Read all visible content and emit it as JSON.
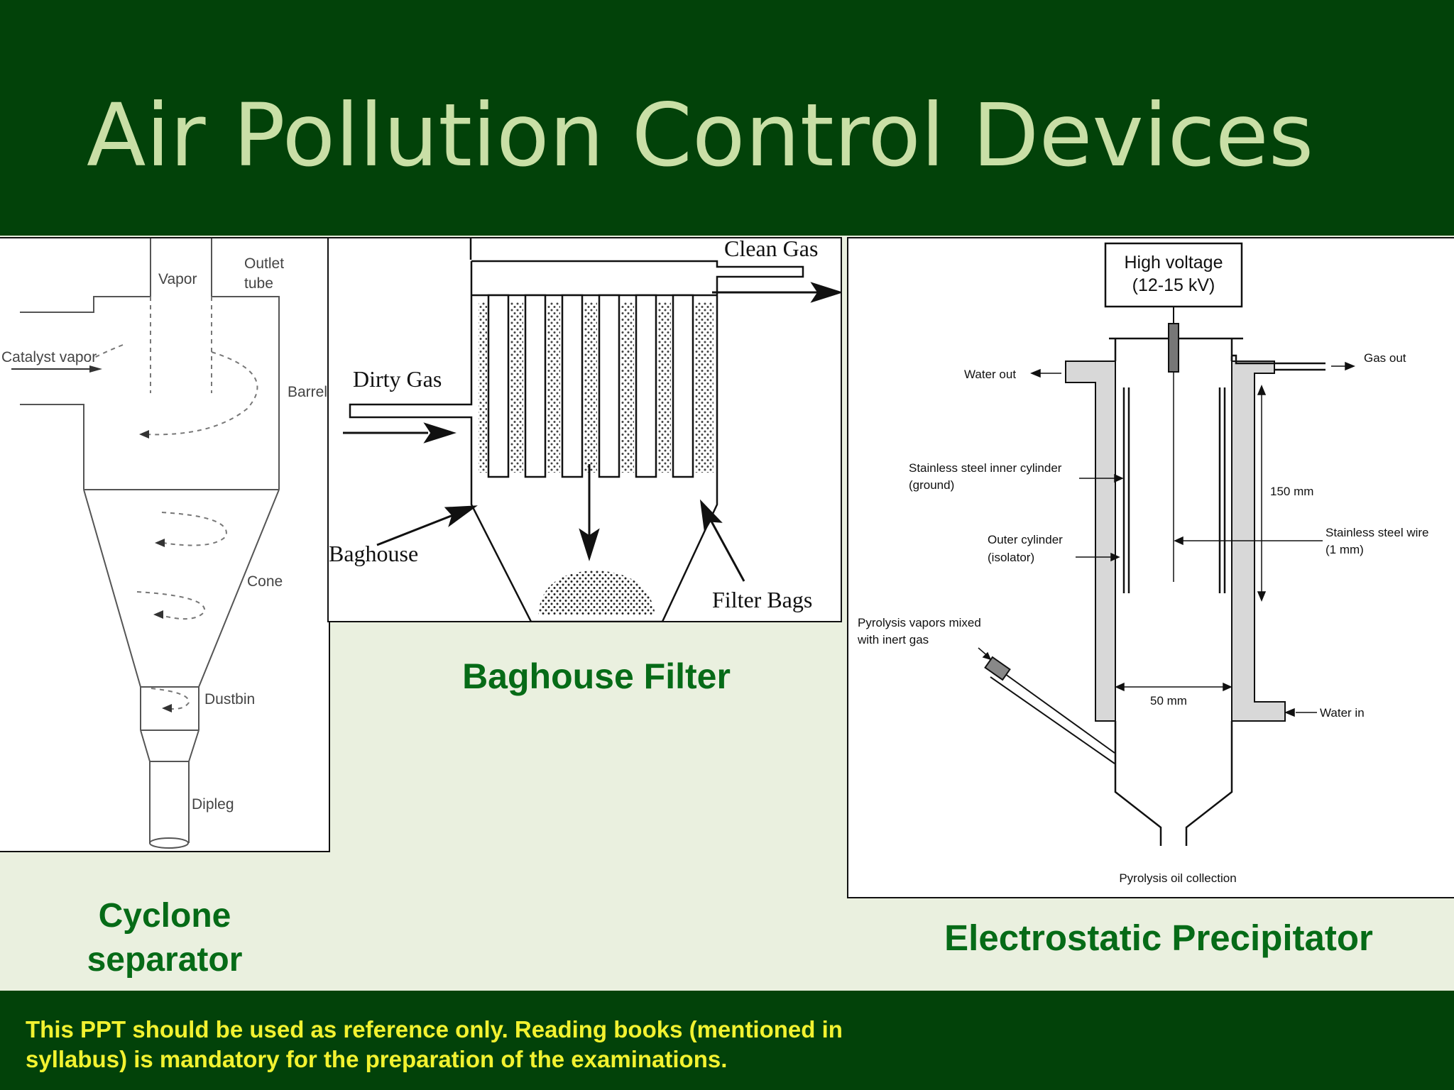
{
  "slide": {
    "title": "Air Pollution Control Devices",
    "disclaimer": "This PPT should be used as reference only. Reading books (mentioned in syllabus) is mandatory for the preparation of the examinations.",
    "colors": {
      "header_bg": "#024209",
      "title": "#c9dfa6",
      "caption": "#066b17",
      "disclaimer": "#f2f230",
      "body_bg": "#eaf0df"
    }
  },
  "cyclone": {
    "caption_line1": "Cyclone",
    "caption_line2": "separator",
    "labels": {
      "vapor": "Vapor",
      "outlet1": "Outlet",
      "outlet2": "tube",
      "catalyst": "Catalyst vapor",
      "barrel": "Barrel",
      "cone": "Cone",
      "dustbin": "Dustbin",
      "dipleg": "Dipleg"
    }
  },
  "baghouse": {
    "caption": "Baghouse Filter",
    "labels": {
      "clean_gas": "Clean Gas",
      "dirty_gas": "Dirty Gas",
      "baghouse": "Baghouse",
      "filter_bags": "Filter Bags"
    }
  },
  "esp": {
    "caption": "Electrostatic Precipitator",
    "labels": {
      "hv1": "High voltage",
      "hv2": "(12-15 kV)",
      "gas_out": "Gas out",
      "water_out": "Water out",
      "inner1": "Stainless steel inner cylinder",
      "inner2": "(ground)",
      "dim_150": "150 mm",
      "outer1": "Outer cylinder",
      "outer2": "(isolator)",
      "wire1": "Stainless steel wire",
      "wire2": "(1 mm)",
      "pyro1": "Pyrolysis vapors mixed",
      "pyro2": "with inert gas",
      "dim_50": "50 mm",
      "water_in": "Water in",
      "oil": "Pyrolysis oil collection"
    }
  }
}
